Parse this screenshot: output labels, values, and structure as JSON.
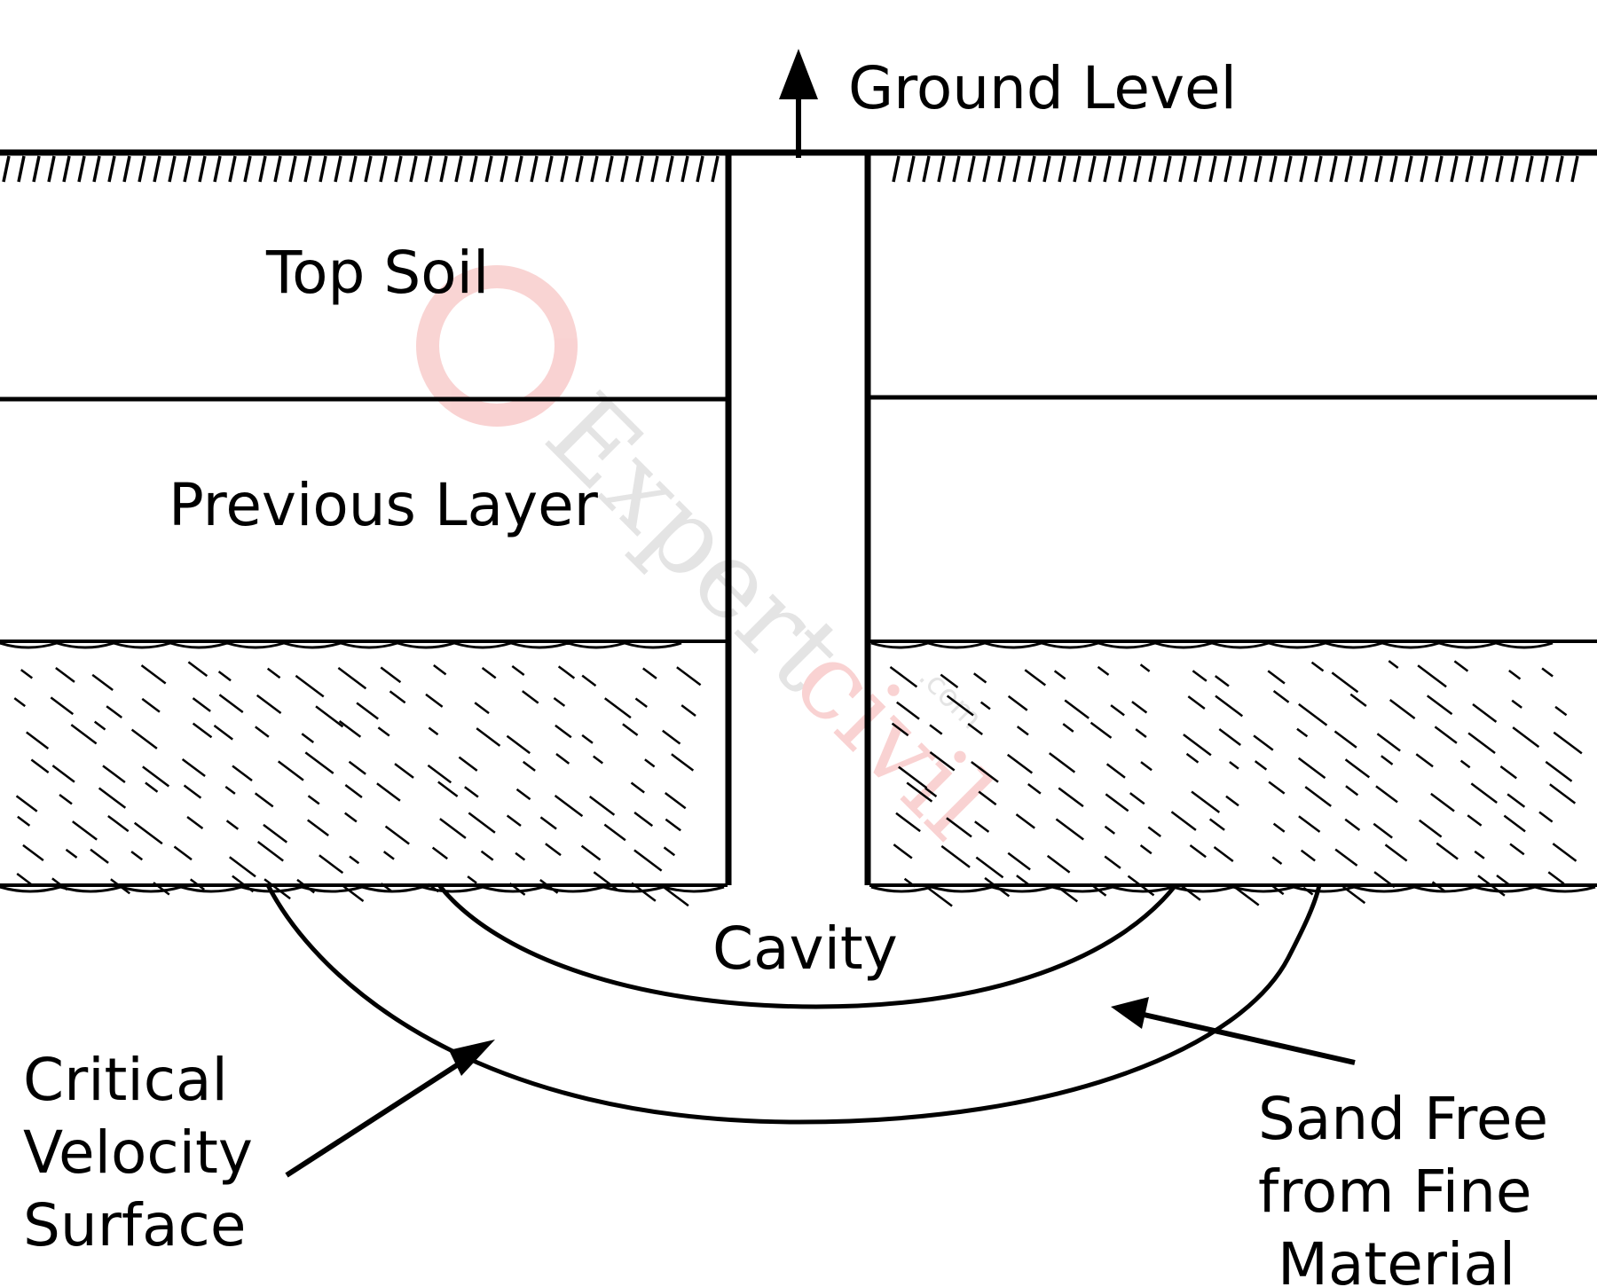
{
  "labels": {
    "ground_level": "Ground Level",
    "top_soil": "Top Soil",
    "previous_layer": "Previous Layer",
    "cavity": "Cavity",
    "critical_velocity_surface": [
      "Critical",
      "Velocity",
      "Surface"
    ],
    "sand_free": [
      "Sand Free",
      "from Fine",
      "Material"
    ]
  },
  "watermark": {
    "brand_main": "Expert",
    "brand_accent": "civil",
    "brand_suffix": ".com"
  },
  "colors": {
    "line": "#000000",
    "watermark_gray": "#bdbdbd",
    "watermark_red": "#e53935"
  }
}
